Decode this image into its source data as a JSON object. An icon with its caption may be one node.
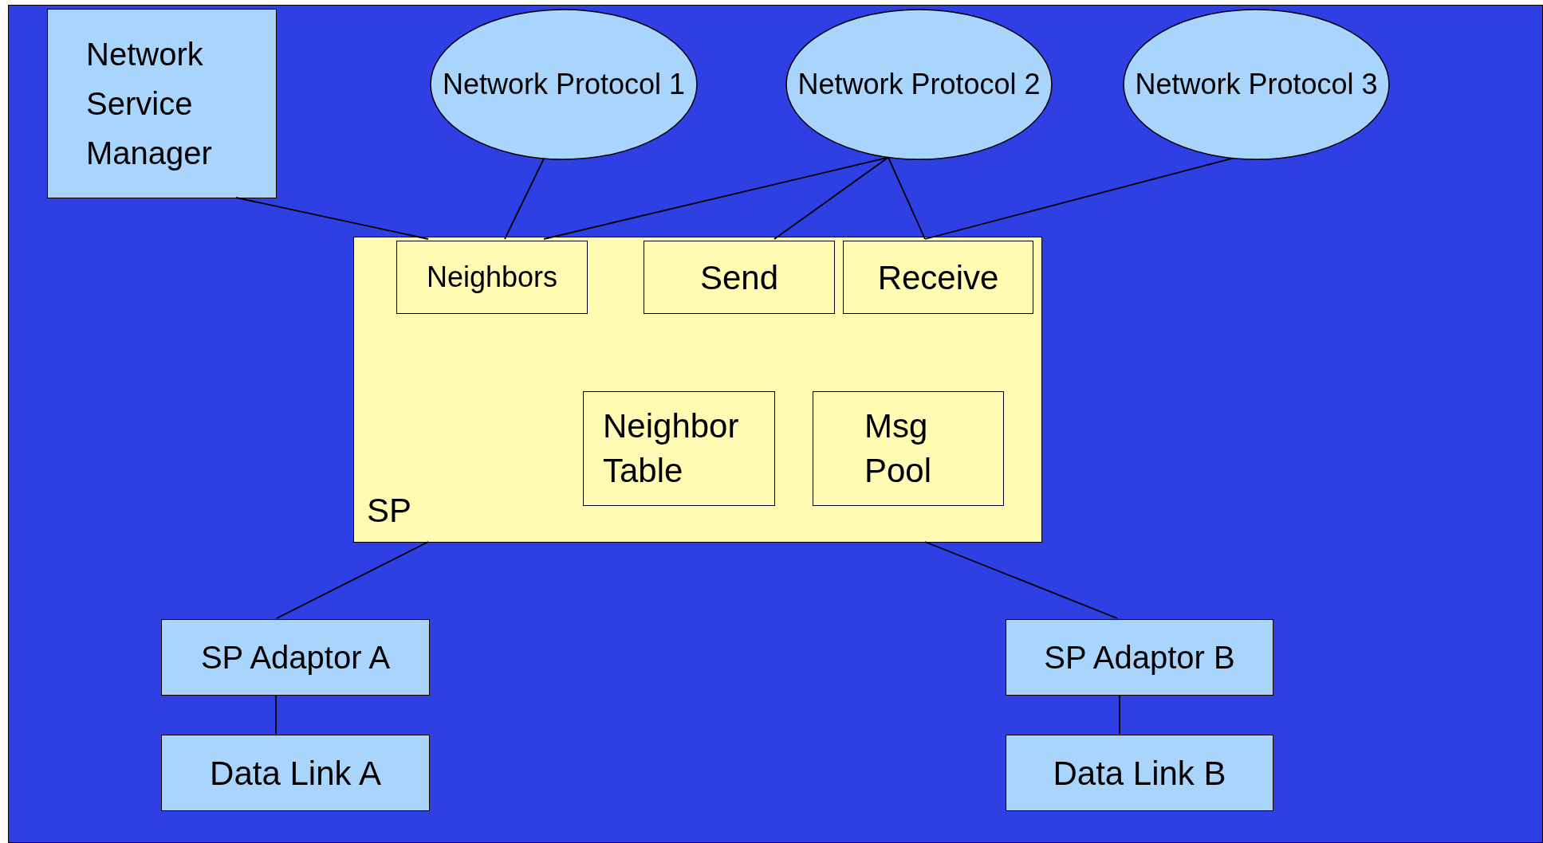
{
  "diagram": {
    "nodes": [
      {
        "text": [
          "Network Service Manager"
        ]
      },
      {
        "text": [
          "Network Protocol 1"
        ]
      },
      {
        "text": [
          "Network Protocol 2"
        ]
      },
      {
        "text": [
          "Network Protocol 3"
        ]
      },
      {
        "text": [
          "SP"
        ]
      },
      {
        "text": [
          "Neighbors"
        ],
        "in": 4
      },
      {
        "text": [
          "Send"
        ],
        "in": 4
      },
      {
        "text": [
          "Receive"
        ],
        "in": 4
      },
      {
        "text": [
          "Neighbor Table"
        ],
        "in": 4
      },
      {
        "text": [
          "Msg Pool"
        ],
        "in": 4
      },
      {
        "text": [
          "SP Adaptor A"
        ]
      },
      {
        "text": [
          "Data Link A"
        ]
      },
      {
        "text": [
          "SP Adaptor B"
        ]
      },
      {
        "text": [
          "Data Link B"
        ]
      }
    ],
    "edges": [
      {
        "from": 0,
        "to": 5,
        "arrow": "none"
      },
      {
        "from": 1,
        "to": 5,
        "arrow": "none"
      },
      {
        "from": 2,
        "to": 5,
        "arrow": "none"
      },
      {
        "from": 2,
        "to": 6,
        "arrow": "none"
      },
      {
        "from": 2,
        "to": 7,
        "arrow": "none"
      },
      {
        "from": 3,
        "to": 7,
        "arrow": "none"
      },
      {
        "from": 4,
        "to": 10,
        "arrow": "none"
      },
      {
        "from": 4,
        "to": 12,
        "arrow": "none"
      },
      {
        "from": 10,
        "to": 11,
        "arrow": "none"
      },
      {
        "from": 12,
        "to": 13,
        "arrow": "none"
      }
    ]
  }
}
